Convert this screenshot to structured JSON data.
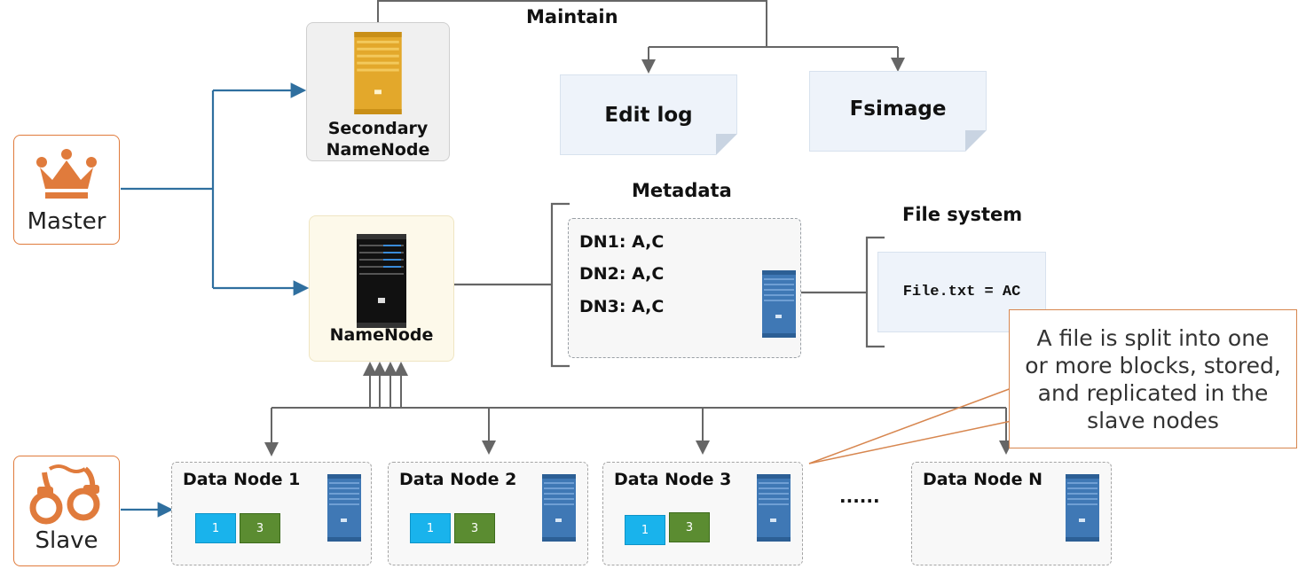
{
  "roles": {
    "master": {
      "label": "Master",
      "icon": "crown-icon",
      "color": "#e07b3c"
    },
    "slave": {
      "label": "Slave",
      "icon": "handcuffs-icon",
      "color": "#e07b3c"
    }
  },
  "nodes": {
    "secondary": {
      "line1": "Secondary",
      "line2": "NameNode",
      "icon": "server-icon",
      "color": "#e3a82b"
    },
    "namenode": {
      "label": "NameNode",
      "icon": "server-icon",
      "color": "#111111"
    }
  },
  "maintain": {
    "title": "Maintain",
    "edit_log": "Edit log",
    "fsimage": "Fsimage"
  },
  "metadata": {
    "title": "Metadata",
    "entries": [
      "DN1: A,C",
      "DN2: A,C",
      "DN3: A,C"
    ]
  },
  "file_system": {
    "title": "File system",
    "content": "File.txt = AC"
  },
  "callout": {
    "text": "A file is split into one or more blocks, stored, and replicated in the slave nodes"
  },
  "data_nodes": [
    {
      "title": "Data Node 1",
      "blocks": [
        {
          "label": "1",
          "color": "#19b3ec"
        },
        {
          "label": "3",
          "color": "#5b8c31"
        }
      ]
    },
    {
      "title": "Data Node 2",
      "blocks": [
        {
          "label": "1",
          "color": "#19b3ec"
        },
        {
          "label": "3",
          "color": "#5b8c31"
        }
      ]
    },
    {
      "title": "Data Node 3",
      "blocks": [
        {
          "label": "1",
          "color": "#19b3ec"
        },
        {
          "label": "3",
          "color": "#5b8c31"
        }
      ]
    },
    {
      "title": "Data Node N",
      "blocks": []
    }
  ],
  "ellipsis": "......",
  "colors": {
    "connector_blue": "#2f6f9f",
    "connector_gray": "#666666",
    "server_blue": "#3f78b5"
  }
}
